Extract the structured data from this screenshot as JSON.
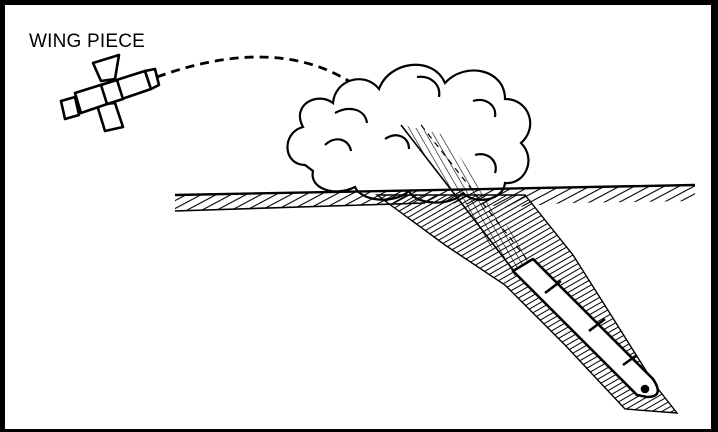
{
  "figure": {
    "label": "WING PIECE",
    "colors": {
      "ink": "#000000",
      "paper": "#ffffff"
    },
    "elements": [
      "wing-piece",
      "flight-path",
      "smoke-cloud",
      "ground",
      "penetration-trail",
      "bomb"
    ]
  }
}
